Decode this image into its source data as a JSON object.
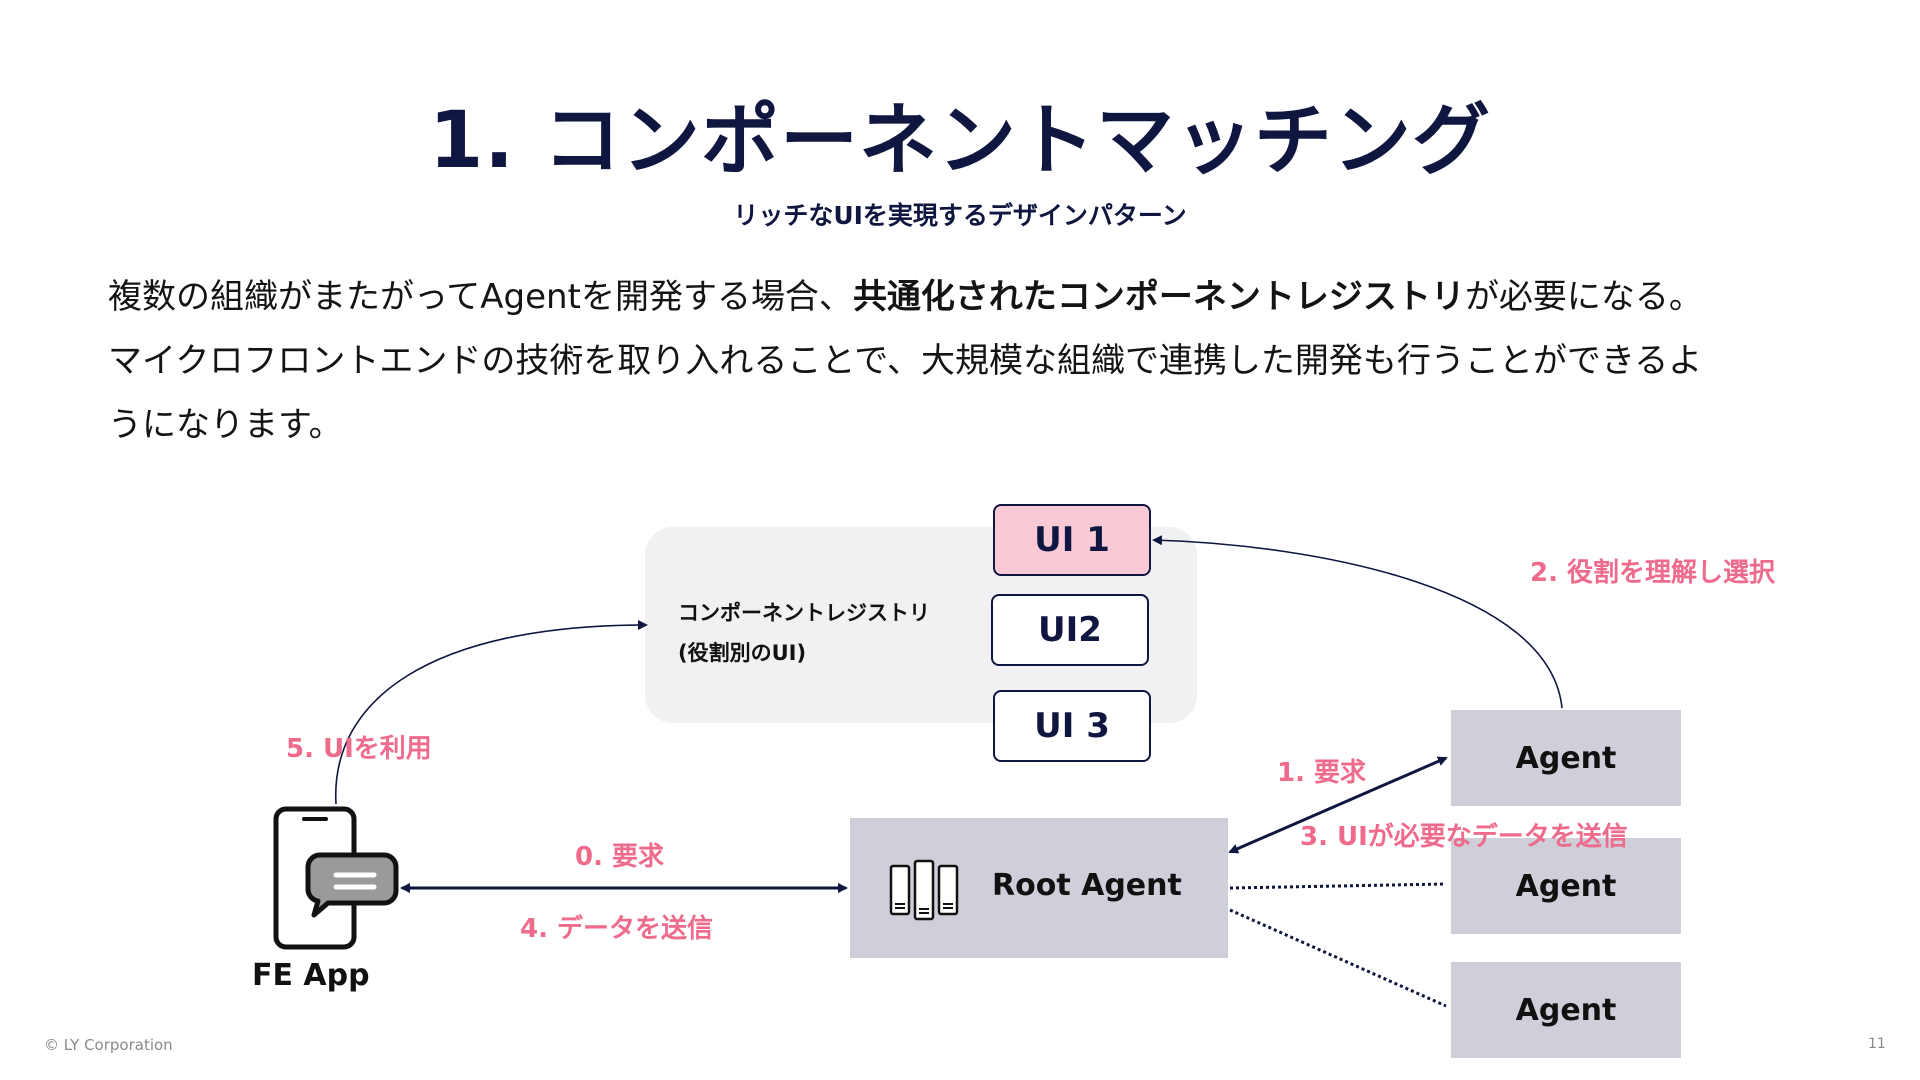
{
  "slide": {
    "title": "1. コンポーネントマッチング",
    "subtitle": "リッチなUIを実現するデザインパターン",
    "paragraph": {
      "line1_pre": "複数の組織がまたがってAgentを開発する場合、",
      "line1_bold": "共通化されたコンポーネントレジストリ",
      "line1_post": "が必要になる。",
      "line2": "マイクロフロントエンドの技術を取り入れることで、大規模な組織で連携した開発も行うことができるよ",
      "line3": "うになります。"
    },
    "footer": "© LY Corporation",
    "page_number": "11"
  },
  "diagram": {
    "registry": {
      "label_line1": "コンポーネントレジストリ",
      "label_line2": "(役割別のUI)",
      "ui_items": [
        "UI 1",
        "UI2",
        "UI 3"
      ]
    },
    "fe_app_label": "FE App",
    "root_agent_label": "Root Agent",
    "agents": [
      "Agent",
      "Agent",
      "Agent"
    ],
    "steps": {
      "step0": "0. 要求",
      "step1": "1. 要求",
      "step2": "2. 役割を理解し選択",
      "step3": "3. UIが必要なデータを送信",
      "step4": "4. データを送信",
      "step5": "5. UIを利用"
    },
    "icons": {
      "fe_app": "smartphone-chat-icon",
      "root_agent": "server-rack-icon"
    },
    "colors": {
      "navy": "#0f1640",
      "accent_pink": "#ee6b8c",
      "highlight_pink": "#f9c9d6",
      "agent_gray": "#cfcfd9",
      "panel_gray": "#f1f1f3"
    }
  }
}
